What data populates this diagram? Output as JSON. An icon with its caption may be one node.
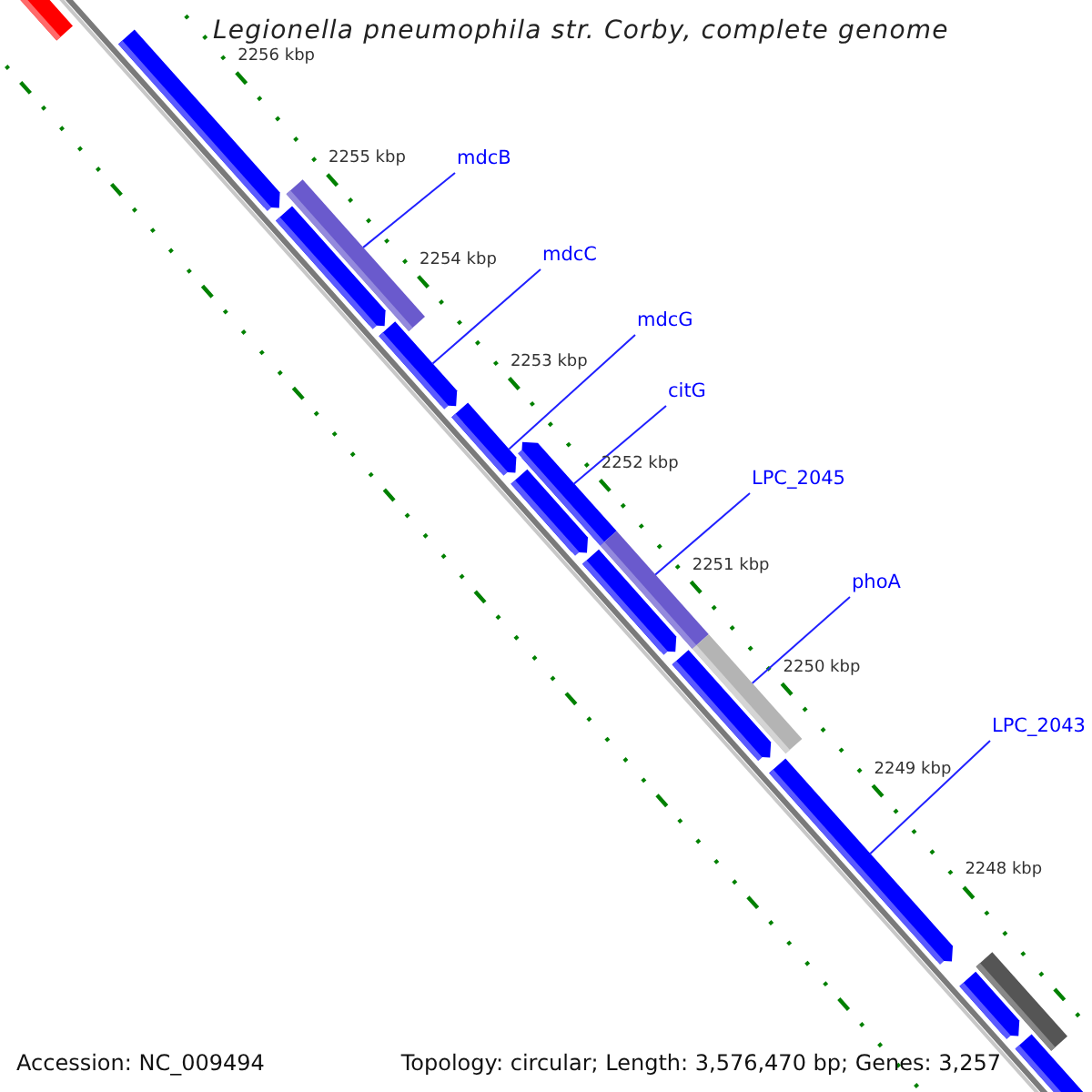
{
  "diagram": {
    "title": "Legionella pneumophila str. Corby, complete genome",
    "nodes": [
      {
        "text": [
          "mdcB"
        ]
      },
      {
        "text": [
          "mdcC"
        ]
      },
      {
        "text": [
          "mdcG"
        ]
      },
      {
        "text": [
          "citG"
        ]
      },
      {
        "text": [
          "LPC_2045"
        ]
      },
      {
        "text": [
          "phoA"
        ]
      },
      {
        "text": [
          "LPC_2043"
        ]
      },
      {
        "text": [],
        "shape": "box"
      },
      {
        "text": [],
        "shape": "arrow"
      },
      {
        "text": [],
        "shape": "arrow"
      },
      {
        "text": [],
        "shape": "arrow"
      },
      {
        "text": [],
        "shape": "arrow"
      },
      {
        "text": [],
        "shape": "arrow"
      },
      {
        "text": [],
        "shape": "arrow"
      },
      {
        "text": [],
        "shape": "arrow"
      },
      {
        "text": [],
        "shape": "arrow"
      },
      {
        "text": [],
        "shape": "arrow"
      },
      {
        "text": [],
        "shape": "arrow"
      },
      {
        "text": [],
        "shape": "box"
      },
      {
        "text": [],
        "shape": "arrow"
      },
      {
        "text": [],
        "shape": "box"
      },
      {
        "text": [],
        "shape": "box"
      },
      {
        "text": [],
        "shape": "box"
      }
    ],
    "edges": [
      {
        "from": 0,
        "to": 18,
        "arrow": "none"
      },
      {
        "from": 1,
        "to": 10,
        "arrow": "none"
      },
      {
        "from": 2,
        "to": 11,
        "arrow": "none"
      },
      {
        "from": 3,
        "to": 19,
        "arrow": "none"
      },
      {
        "from": 4,
        "to": 20,
        "arrow": "none"
      },
      {
        "from": 5,
        "to": 21,
        "arrow": "none"
      },
      {
        "from": 6,
        "to": 15,
        "arrow": "none"
      }
    ],
    "labels": [
      "2256 kbp",
      "2255 kbp",
      "2254 kbp",
      "2253 kbp",
      "2252 kbp",
      "2251 kbp",
      "2250 kbp",
      "2249 kbp",
      "2248 kbp",
      "Accession: NC_009494",
      "Topology: circular; Length: 3,576,470 bp; Genes: 3,257"
    ]
  }
}
